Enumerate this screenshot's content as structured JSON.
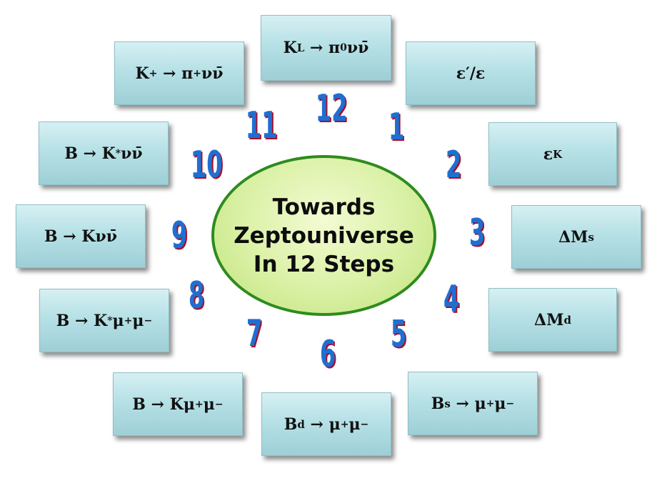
{
  "center": {
    "line1": "Towards",
    "line2": "Zeptouniverse",
    "line3": "In 12 Steps"
  },
  "numbers": [
    "12",
    "1",
    "2",
    "3",
    "4",
    "5",
    "6",
    "7",
    "8",
    "9",
    "10",
    "11"
  ],
  "boxes": {
    "kl": {
      "a": "K",
      "a_sub": "L",
      "arrow": " → ",
      "b": "π",
      "b_sup": "0",
      "c": "νν̄"
    },
    "eps_prime": {
      "text": "ε′/ε"
    },
    "eps_k": {
      "a": "ε",
      "a_sub": "K"
    },
    "dms": {
      "a": "ΔM",
      "a_sub": "s"
    },
    "dmd": {
      "a": "ΔM",
      "a_sub": "d"
    },
    "bs": {
      "a": "B",
      "a_sub": "s",
      "arrow": " → ",
      "b": "μ",
      "b_sup": "+",
      "c": "μ",
      "c_sup": "−"
    },
    "bd": {
      "a": "B",
      "a_sub": "d",
      "arrow": " → ",
      "b": "μ",
      "b_sup": "+",
      "c": "μ",
      "c_sup": "−"
    },
    "bkmumu": {
      "a": "B → Kμ",
      "a_sup": "+",
      "b": "μ",
      "b_sup": "−"
    },
    "bkstarmumu": {
      "a": "B → K",
      "a_sup": "*",
      "b": "μ",
      "b_sup": "+",
      "c": "μ",
      "c_sup": "−"
    },
    "bknunu": {
      "text": "B → Kνν̄"
    },
    "bkstarnunu": {
      "a": "B → K",
      "a_sup": "*",
      "b": "νν̄"
    },
    "kplus": {
      "a": "K",
      "a_sup": "+",
      "arrow": " → ",
      "b": "π",
      "b_sup": "+",
      "c": "νν̄"
    }
  },
  "colors": {
    "box_top": "#d6f0f3",
    "box_bottom": "#9ecfd6",
    "ellipse_fill": "#d9f0a4",
    "ellipse_border": "#2e8b1e",
    "number_fill": "#1f6fd1",
    "number_shadow": "#a8102a"
  }
}
